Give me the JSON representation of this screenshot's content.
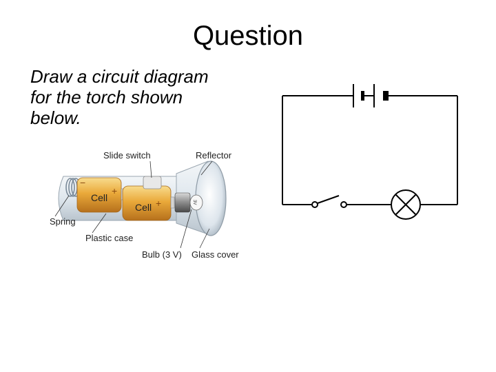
{
  "slide": {
    "title": "Question",
    "question_lines": [
      "Draw a circuit diagram",
      "for the torch shown",
      "below."
    ]
  },
  "torch_figure": {
    "labels": {
      "slide_switch": "Slide switch",
      "reflector": "Reflector",
      "cell_1": "Cell",
      "cell_2": "Cell",
      "spring": "Spring",
      "plastic_case": "Plastic case",
      "bulb": "Bulb (3 V)",
      "glass_cover": "Glass cover",
      "minus_sign": "−",
      "plus_sign": "+",
      "bulb_marking": "3V"
    }
  },
  "circuit_diagram": {
    "components": [
      "battery",
      "switch",
      "lamp"
    ]
  }
}
